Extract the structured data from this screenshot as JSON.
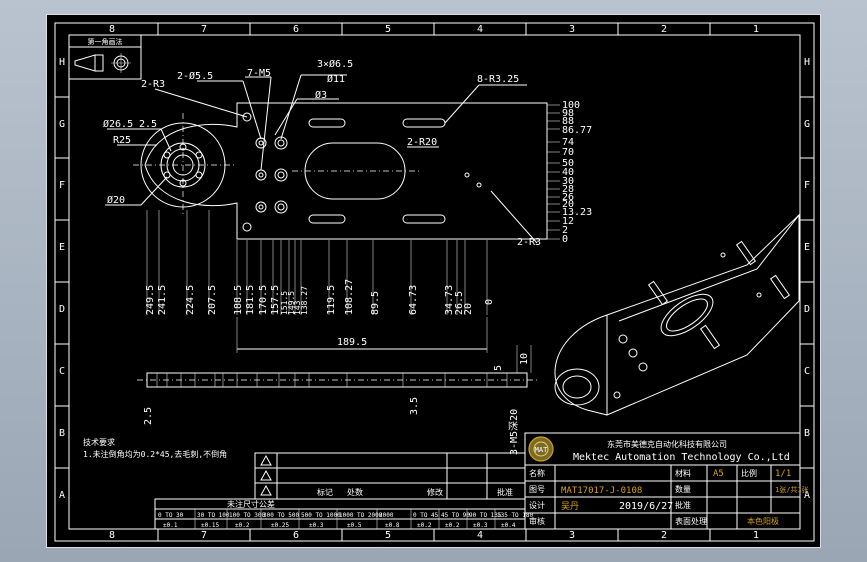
{
  "grid": {
    "columns": [
      "8",
      "7",
      "6",
      "5",
      "4",
      "3",
      "2",
      "1"
    ],
    "rows": [
      "H",
      "G",
      "F",
      "E",
      "D",
      "C",
      "B",
      "A"
    ]
  },
  "projection_box": {
    "label": "第一角画法"
  },
  "top_view": {
    "callouts": {
      "r3": "2-R3",
      "holes_55": "2-Ø5.5",
      "m5": "7-M5",
      "cbore": "3×Ø6.5",
      "cbore_depth": "Ø11",
      "through": "Ø3",
      "slots": "8-R3.25",
      "bore": "Ø26.5",
      "bore_depth": "2.5",
      "r25": "R25",
      "pocket": "2-R20",
      "d20": "Ø20",
      "r3_bottom": "2-R3",
      "total_width": "189.5"
    },
    "right_dims": [
      "100",
      "98",
      "88",
      "86.77",
      "74",
      "70",
      "50",
      "40",
      "30",
      "28",
      "26",
      "20",
      "13.23",
      "12",
      "2",
      "0"
    ],
    "bottom_dims": [
      "249.5",
      "241.5",
      "224.5",
      "207.5",
      "188.5",
      "181.5",
      "170.5",
      "157.5",
      "151.5",
      "149.5",
      "143",
      "138.27",
      "119.5",
      "108.27",
      "89.5",
      "64.73",
      "34.73",
      "26.5",
      "20",
      "0"
    ]
  },
  "side_view": {
    "dim_thickness": "10",
    "dim_5": "5",
    "dim_25": "2.5",
    "dim_35": "3.5",
    "thread": "3-M5深20"
  },
  "notes": {
    "title": "技术要求",
    "line1": "1.未注倒角均为0.2*45,去毛刺,不倒角"
  },
  "title_block": {
    "company_cn": "东莞市美德克自动化科技有限公司",
    "company_en": "Mektec Automation Technology Co.,Ltd",
    "drawing_no": "MAT17017-J-0108",
    "date": "2019/6/27",
    "material": "A5",
    "scale": "1/1",
    "sheet": "1张/共1张",
    "label_designer": "设计",
    "label_check": "审核",
    "label_approve": "批准",
    "label_name": "名称",
    "label_drawing": "图号",
    "label_material": "材料",
    "label_scale": "比例",
    "label_qty": "数量",
    "label_designer_name": "吴丹",
    "label_surface": "表面处理",
    "surface_value": "本色阳极",
    "label_revision": "修改",
    "label_marker": "标记",
    "label_count": "处数"
  },
  "tolerance_table": {
    "header_mm": "未注尺寸公差",
    "ranges": [
      "0 TO 30",
      "30 TO 100",
      "100 TO 300",
      "300 TO 500",
      "500 TO 1000",
      "1000 TO 2000",
      "2000"
    ],
    "values": [
      "±0.1",
      "±0.15",
      "±0.2",
      "±0.25",
      "±0.3",
      "±0.5",
      "±0.8"
    ],
    "angle_ranges": [
      "0 TO 45",
      "45 TO 90",
      "90 TO 135",
      "135 TO 180"
    ],
    "angle_values": [
      "±0.2",
      "±0.2",
      "±0.3",
      "±0.4"
    ]
  }
}
